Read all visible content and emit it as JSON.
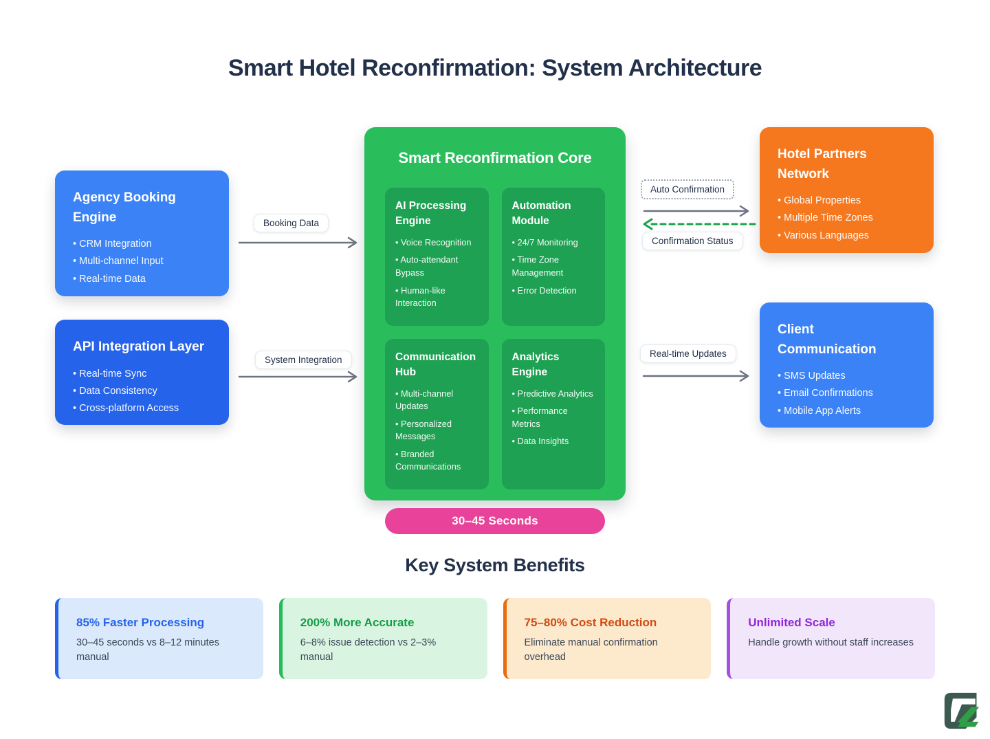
{
  "title": "Smart Hotel Reconfirmation: System Architecture",
  "nodes": {
    "agency": {
      "title": "Agency Booking Engine",
      "items": [
        "CRM Integration",
        "Multi-channel Input",
        "Real-time Data"
      ],
      "color": "#3b82f6"
    },
    "api": {
      "title": "API Integration Layer",
      "items": [
        "Real-time Sync",
        "Data Consistency",
        "Cross-platform Access"
      ],
      "color": "#2563eb"
    },
    "hotel": {
      "title": "Hotel Partners Network",
      "items": [
        "Global Properties",
        "Multiple Time Zones",
        "Various Languages"
      ],
      "color": "#f5771e"
    },
    "client": {
      "title": "Client Communication",
      "items": [
        "SMS Updates",
        "Email Confirmations",
        "Mobile App Alerts"
      ],
      "color": "#3b82f6"
    }
  },
  "core": {
    "title": "Smart Reconfirmation Core",
    "color": "#2abd5c",
    "module_color": "#1ea152",
    "badge": "30–45 Seconds",
    "badge_color": "#e8429b",
    "modules": [
      {
        "title": "AI Processing Engine",
        "items": [
          "Voice Recognition",
          "Auto-attendant Bypass",
          "Human-like Interaction"
        ]
      },
      {
        "title": "Automation Module",
        "items": [
          "24/7 Monitoring",
          "Time Zone Management",
          "Error Detection"
        ]
      },
      {
        "title": "Communication Hub",
        "items": [
          "Multi-channel Updates",
          "Personalized Messages",
          "Branded Communications"
        ]
      },
      {
        "title": "Analytics Engine",
        "items": [
          "Predictive Analytics",
          "Performance Metrics",
          "Data Insights"
        ]
      }
    ]
  },
  "flows": {
    "booking": "Booking Data",
    "system": "System Integration",
    "auto": "Auto Confirmation",
    "status": "Confirmation Status",
    "realtime": "Real-time Updates",
    "arrow_color": "#6b7280",
    "status_arrow_color": "#19a24a"
  },
  "benefits": {
    "heading": "Key System Benefits",
    "cards": [
      {
        "title": "85% Faster Processing",
        "body": "30–45 seconds vs 8–12 minutes manual",
        "accent": "#2563eb"
      },
      {
        "title": "200% More Accurate",
        "body": "6–8% issue detection vs 2–3% manual",
        "accent": "#149c45"
      },
      {
        "title": "75–80% Cost Reduction",
        "body": "Eliminate manual confirmation overhead",
        "accent": "#d14a10"
      },
      {
        "title": "Unlimited Scale",
        "body": "Handle growth without staff increases",
        "accent": "#9127d8"
      }
    ]
  },
  "logo": {
    "name": "fz-logo",
    "dark": "#3d5a50",
    "green": "#2f9e45"
  }
}
